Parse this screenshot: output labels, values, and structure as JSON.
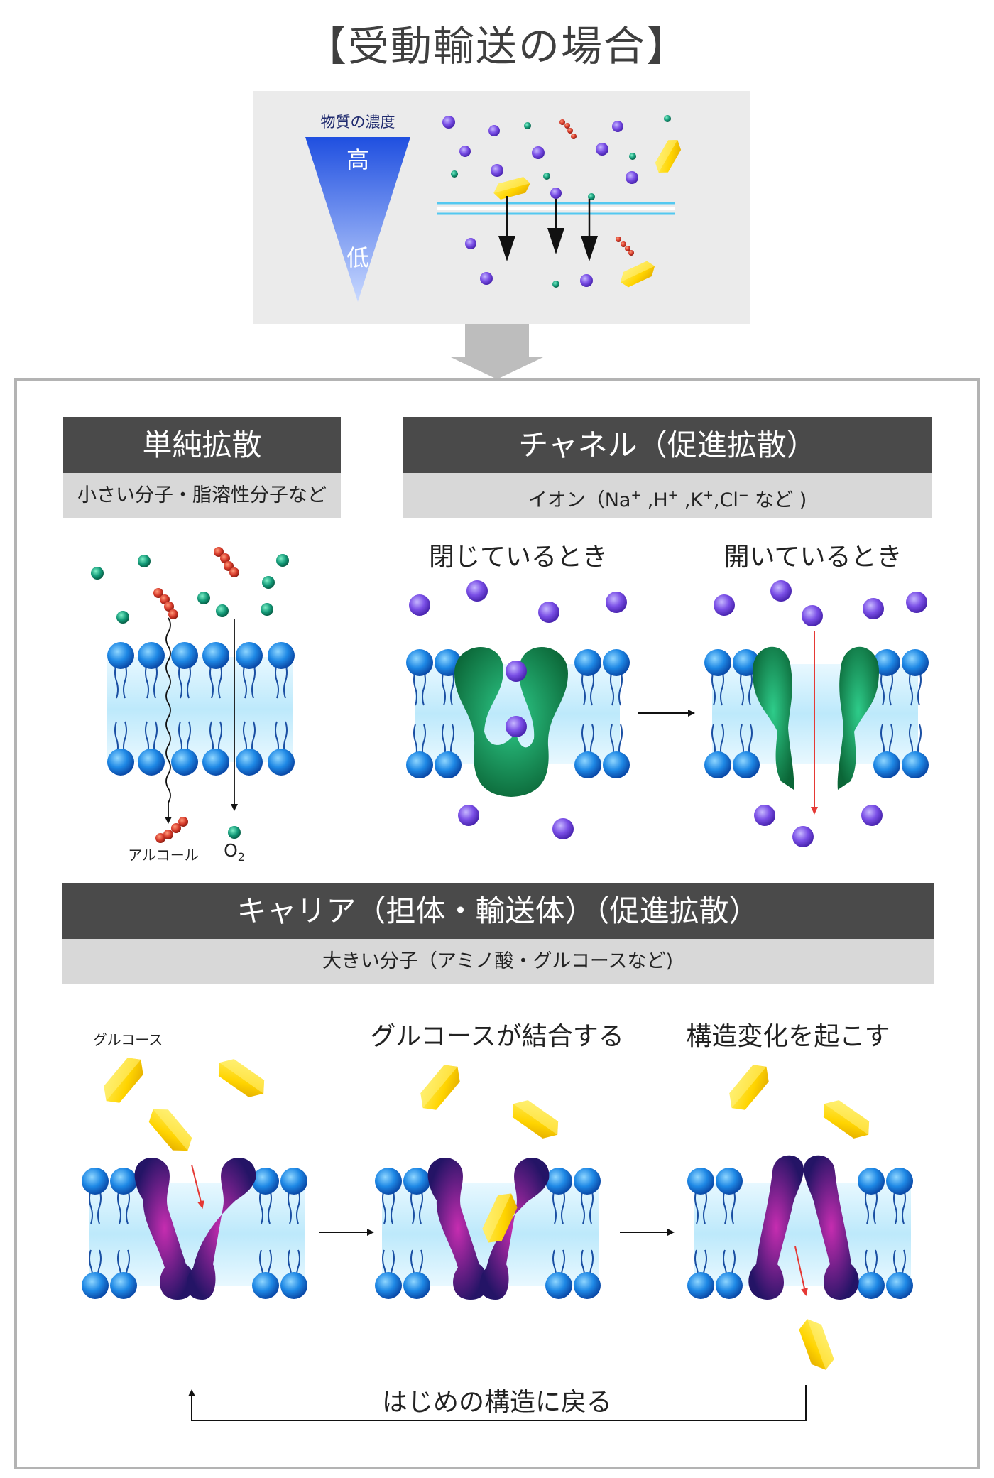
{
  "title": "【受動輸送の場合】",
  "intro": {
    "gradient_label": "物質の濃度",
    "high": "高",
    "low": "低"
  },
  "simple": {
    "header": "単純拡散",
    "sub": "小さい分子・脂溶性分子など",
    "alcohol": "アルコール",
    "o2": "O",
    "o2_sub": "2"
  },
  "channel": {
    "header": "チャネル（促進拡散）",
    "sub_prefix": "イオン（Na",
    "sub_h": "  ,H",
    "sub_k": "  ,K",
    "sub_cl": ",Cl",
    "sub_suffix": "  など )",
    "plus": "+",
    "minus": "−",
    "closed": "閉じているとき",
    "open": "開いているとき"
  },
  "carrier": {
    "header": "キャリア（担体・輸送体）（促進拡散）",
    "sub": "大きい分子（アミノ酸・グルコースなど)",
    "glucose": "グルコース",
    "binding": "グルコースが結合する",
    "change": "構造変化を起こす",
    "return": "はじめの構造に戻る"
  },
  "colors": {
    "frame": "#b3b3b3",
    "header_bg": "#4a4a4a",
    "sub_bg": "#d8d8d8",
    "lipid_head": "#1e88e5",
    "membrane": "#cdeefa",
    "channel_protein": "#0c7a45",
    "carrier_protein": "#2b1666",
    "ion": "#7a4fe6",
    "glucose": "#ffd400",
    "alcohol": "#d63a2a",
    "oxygen": "#139a78",
    "arrow_red": "#e53935"
  }
}
